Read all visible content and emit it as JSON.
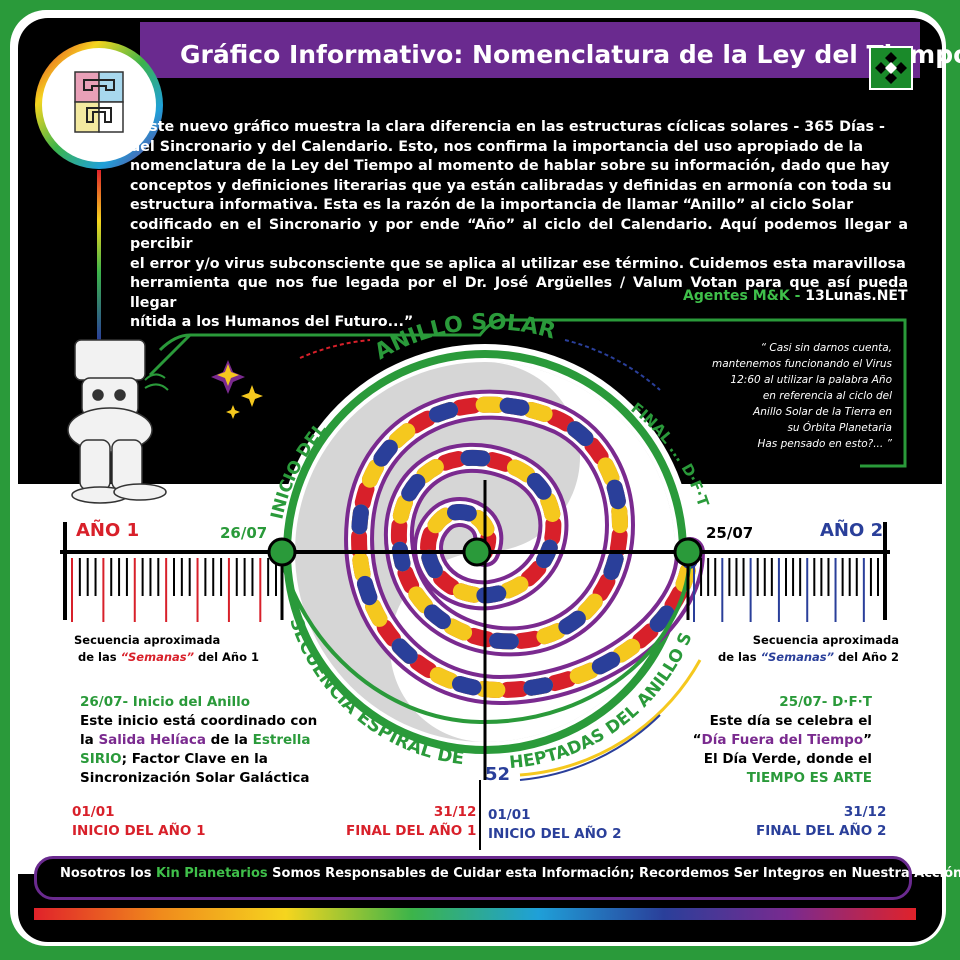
{
  "title": "Gráfico Informativo: Nomenclatura de la Ley del Tiempo",
  "quote_lines": [
    "“Este nuevo gráfico muestra la clara diferencia en las estructuras cíclicas solares - 365 Días -",
    "del Sincronario y del Calendario. Esto, nos confirma la importancia del uso apropiado de la",
    "nomenclatura de la Ley del Tiempo al momento de hablar sobre su información, dado que hay",
    "conceptos y definiciones literarias que ya están calibradas y definidas en armonía con toda su",
    "estructura informativa. Esta es la razón de la importancia de llamar “Anillo” al ciclo Solar",
    "codificado en el Sincronario y por ende “Año” al ciclo del Calendario. Aquí podemos llegar a percibir",
    "el error y/o virus subconsciente que se aplica al utilizar ese término. Cuidemos esta maravillosa",
    "herramienta que nos fue legada por el Dr. José Argüelles / Valum Votan para que así pueda llegar",
    "nítida a los Humanos del Futuro...”"
  ],
  "signature": {
    "agents": "Agentes M&K -",
    "site": "13Lunas.NET"
  },
  "side_quote_lines": [
    "“ Casi sin darnos cuenta,",
    "mantenemos funcionando el Virus",
    "12:60 al utilizar la palabra Año",
    "en referencia al ciclo del",
    "Anillo Solar de la Tierra en",
    "su Órbita Planetaria",
    "Has pensado en esto?... ”"
  ],
  "arc_labels": {
    "anillo": "ANILLO SOLAR",
    "inicio": "INICIO DEL",
    "final": "FINAL ... D·F·T",
    "secuencia": "SECUENCIA ESPIRAL DE LAS",
    "num": "52",
    "heptadas": "HEPTADAS DEL ANILLO SOLAR"
  },
  "timeline": {
    "year1": "AÑO 1",
    "year2": "AÑO 2",
    "date_start": "26/07",
    "date_end": "25/07"
  },
  "left": {
    "seq1": "Secuencia aproximada",
    "seq2_pre": "de las ",
    "seq2_hl": "“Semanas”",
    "seq2_post": " del Año 1",
    "head": "26/07- Inicio del Anillo",
    "l1": "Este inicio está coordinado  con",
    "l2_a": "la ",
    "l2_b": "Salida Helíaca",
    "l2_c": " de la ",
    "l2_d": "Estrella",
    "l3_a": "SIRIO",
    "l3_b": "; Factor Clave en la",
    "l4": "Sincronización Solar Galáctica"
  },
  "right": {
    "seq1": "Secuencia aproximada",
    "seq2_pre": "de las ",
    "seq2_hl": "“Semanas”",
    "seq2_post": " del Año 2",
    "head": "25/07- D·F·T",
    "l1": "Este día se celebra el",
    "l2_a": "“",
    "l2_b": "Día Fuera del Tiempo",
    "l2_c": "”",
    "l3": "El Día Verde, donde el",
    "l4": "TIEMPO ES ARTE"
  },
  "bottom_dates": {
    "d1": "01/01",
    "t1": "INICIO DEL AÑO 1",
    "d2": "31/12",
    "t2": "FINAL DEL AÑO 1",
    "d3": "01/01",
    "t3": "INICIO DEL AÑO 2",
    "d4": "31/12",
    "t4": "FINAL DEL AÑO 2"
  },
  "bottom_bar": {
    "pre": "Nosotros los ",
    "hl": "Kin Planetarios",
    "post": " Somos Responsables de Cuidar esta Información; Recordemos Ser Integros en Nuestra Acción."
  },
  "colors": {
    "purple": "#6a2a8f",
    "green": "#2a9a3a",
    "red": "#d8202a",
    "blue": "#2a3f9a",
    "yellow": "#f5c81e"
  }
}
